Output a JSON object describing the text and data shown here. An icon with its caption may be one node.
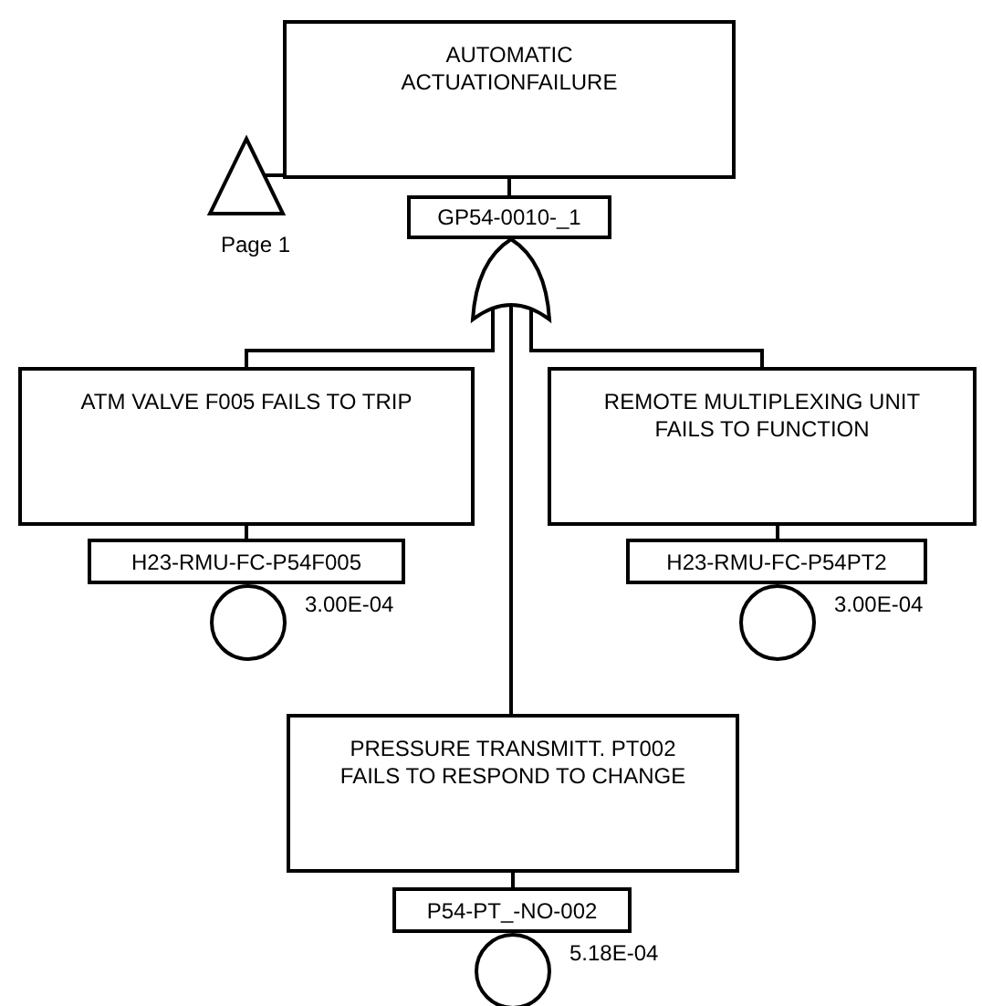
{
  "diagram": {
    "nodes": [
      {
        "text": [
          "AUTOMATIC ACTUATIONFAILURE"
        ]
      },
      {
        "text": [],
        "shape": "triangle",
        "beside": [
          "Page 1"
        ]
      },
      {
        "text": [
          "GP54-0010-_1"
        ]
      },
      {
        "text": [],
        "shape": "gate"
      },
      {
        "text": [
          "ATM VALVE F005 FAILS TO TRIP"
        ]
      },
      {
        "text": [
          "REMOTE MULTIPLEXING UNIT  FAILS TO FUNCTION"
        ]
      },
      {
        "text": [
          "H23-RMU-FC-P54F005"
        ]
      },
      {
        "text": [],
        "shape": "circle",
        "beside": [
          "3.00E-04"
        ]
      },
      {
        "text": [
          "H23-RMU-FC-P54PT2"
        ]
      },
      {
        "text": [],
        "shape": "circle",
        "beside": [
          "3.00E-04"
        ]
      },
      {
        "text": [
          "PRESSURE TRANSMITT. PT002 FAILS TO RESPOND TO CHANGE"
        ]
      },
      {
        "text": [
          "P54-PT_-NO-002"
        ]
      },
      {
        "text": [],
        "shape": "circle",
        "beside": [
          "5.18E-04"
        ]
      }
    ],
    "edges": [
      {
        "from": 1,
        "to": 0,
        "arrow": "none"
      },
      {
        "from": 0,
        "to": 2,
        "arrow": "none"
      },
      {
        "from": 3,
        "to": 4,
        "arrow": "none"
      },
      {
        "from": 3,
        "to": 5,
        "arrow": "none"
      },
      {
        "from": 3,
        "to": 10,
        "arrow": "none"
      },
      {
        "from": 4,
        "to": 6,
        "arrow": "none"
      },
      {
        "from": 5,
        "to": 8,
        "arrow": "none"
      },
      {
        "from": 10,
        "to": 11,
        "arrow": "none"
      }
    ]
  }
}
